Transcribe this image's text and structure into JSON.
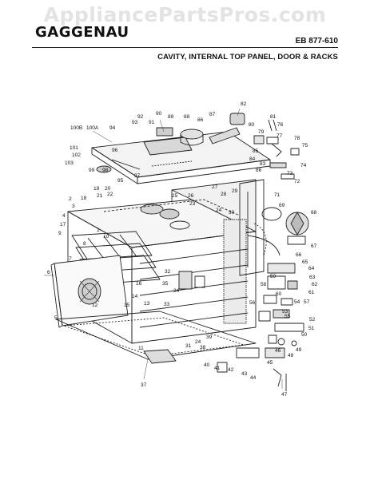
{
  "watermark": "AppliancePartsPros.com",
  "header": {
    "brand": "GAGGENAU",
    "model": "EB 877-610",
    "title": "CAVITY, INTERNAL TOP PANEL, DOOR & RACKS"
  },
  "callouts": [
    "82",
    "92",
    "90",
    "89",
    "88",
    "87",
    "86",
    "81",
    "93",
    "91",
    "94",
    "100B",
    "100A",
    "76",
    "79",
    "78",
    "80",
    "77",
    "75",
    "101",
    "102",
    "96",
    "85",
    "84",
    "83",
    "103",
    "99",
    "98",
    "97",
    "95",
    "74",
    "86",
    "73",
    "72",
    "27",
    "29",
    "19",
    "20",
    "28",
    "71",
    "18",
    "21",
    "22",
    "25",
    "26",
    "23",
    "2",
    "3",
    "24",
    "30",
    "69",
    "68",
    "4",
    "17",
    "9",
    "1",
    "10",
    "8",
    "7",
    "67",
    "66",
    "65",
    "64",
    "6",
    "63",
    "62",
    "16",
    "32",
    "35",
    "34",
    "33",
    "61",
    "60",
    "59",
    "58",
    "57",
    "54",
    "56",
    "12",
    "15",
    "14",
    "13",
    "5",
    "55",
    "53",
    "52",
    "11",
    "51",
    "31",
    "39",
    "24",
    "38",
    "40",
    "41",
    "42",
    "50",
    "48",
    "49",
    "46",
    "45",
    "43",
    "44",
    "37",
    "47"
  ]
}
